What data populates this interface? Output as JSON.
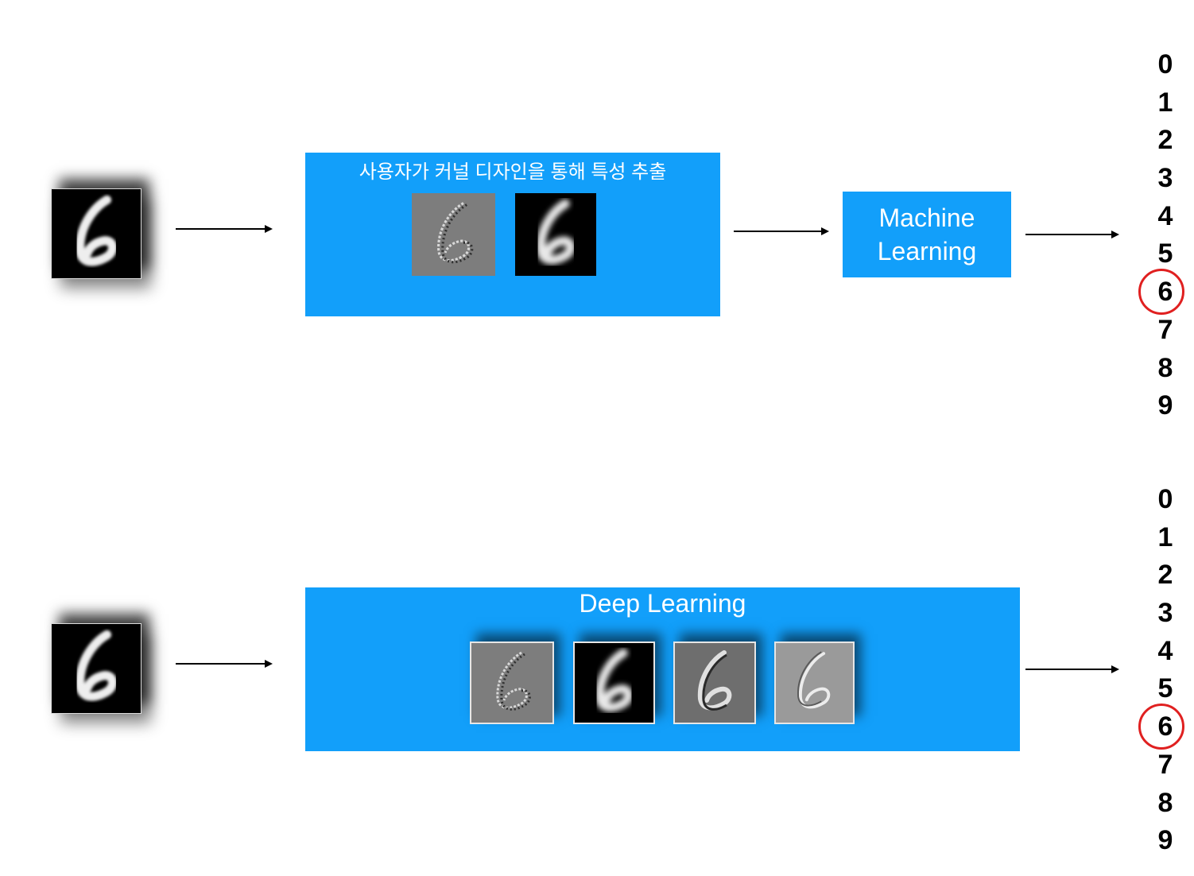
{
  "top_row": {
    "panel_title": "사용자가 커널 디자인을 통해 특성 추출",
    "ml_box": {
      "line1": "Machine",
      "line2": "Learning"
    }
  },
  "bottom_row": {
    "panel_title": "Deep Learning"
  },
  "outputs": {
    "digits": [
      "0",
      "1",
      "2",
      "3",
      "4",
      "5",
      "6",
      "7",
      "8",
      "9"
    ],
    "highlighted": "6"
  },
  "colors": {
    "panel_blue": "#129ffa",
    "highlight_red": "#e02020"
  }
}
